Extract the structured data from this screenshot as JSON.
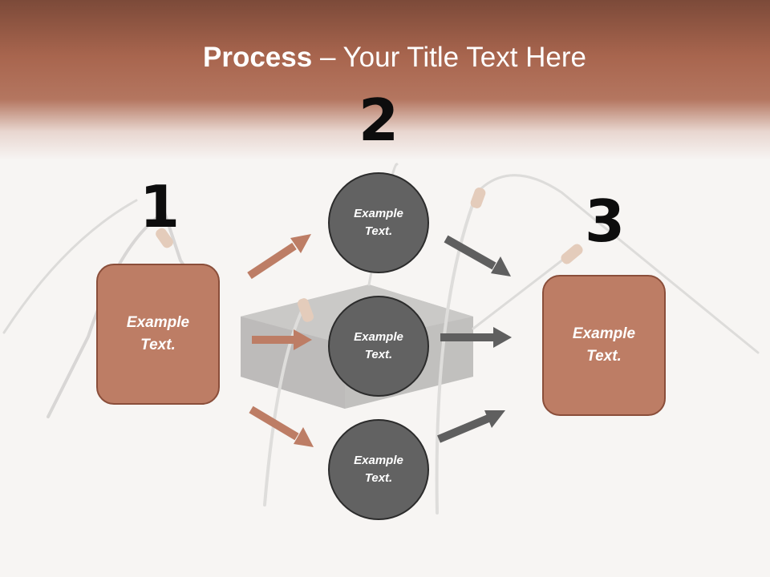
{
  "title": {
    "bold": "Process",
    "rest": " – Your Title Text Here"
  },
  "steps": [
    {
      "number": "1",
      "label": "Example Text."
    },
    {
      "number": "2",
      "label": "Example Text."
    },
    {
      "number": "3",
      "label": "Example Text."
    }
  ],
  "circles": [
    {
      "label": "Example Text."
    },
    {
      "label": "Example Text."
    },
    {
      "label": "Example Text."
    }
  ],
  "colors": {
    "header": "#a8654e",
    "box_fill": "#bd7d65",
    "box_border": "#8a4e3a",
    "circle_fill": "#626262",
    "circle_border": "#2c2c2c",
    "arrow_left": "#bd7d65",
    "arrow_right": "#5f5f5f"
  }
}
